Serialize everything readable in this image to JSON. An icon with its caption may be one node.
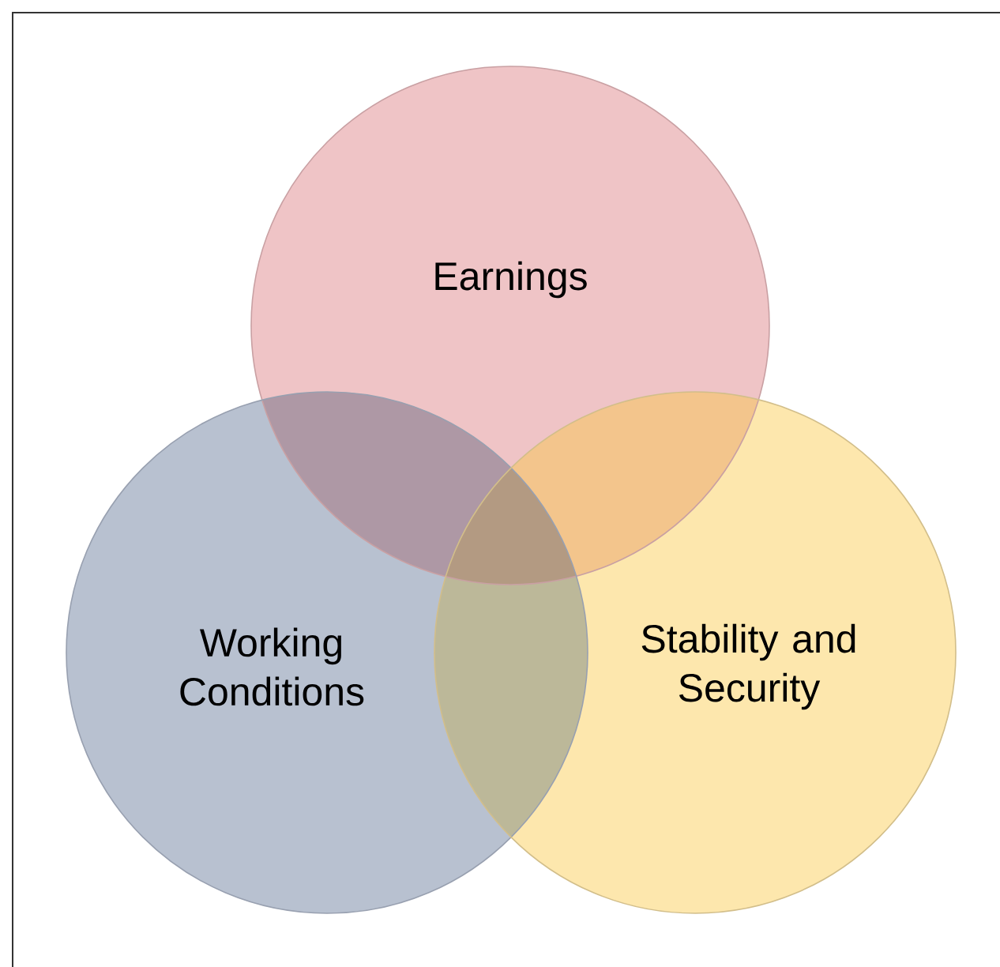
{
  "diagram": {
    "nodes": [
      {
        "text": [
          "Earnings"
        ]
      },
      {
        "text": [
          "Working Conditions"
        ]
      },
      {
        "text": [
          "Stability and Security"
        ]
      }
    ]
  }
}
